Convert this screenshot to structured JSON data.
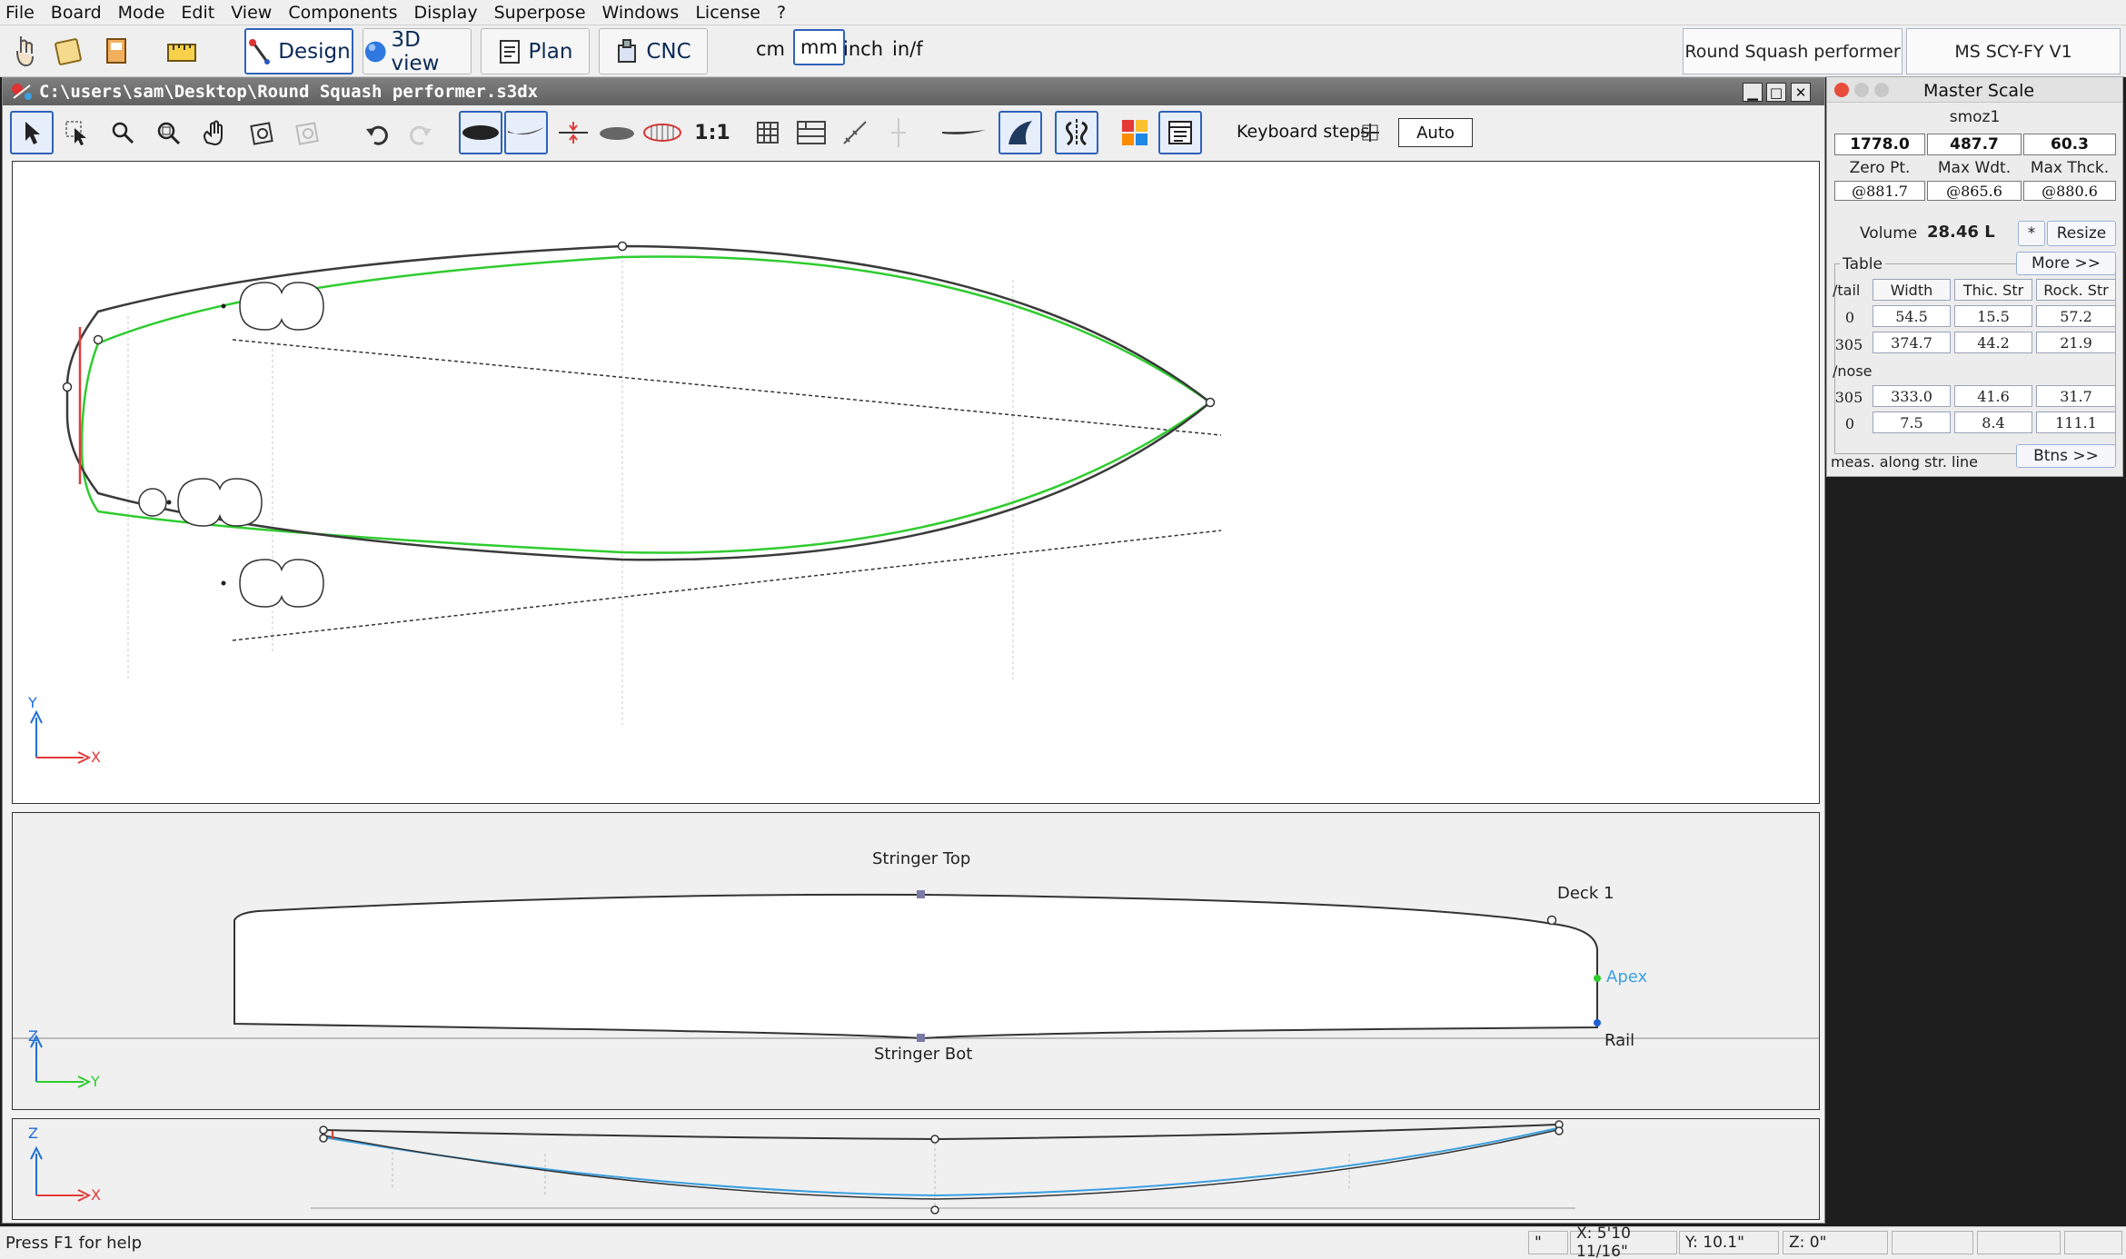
{
  "menu": [
    "File",
    "Board",
    "Mode",
    "Edit",
    "View",
    "Components",
    "Display",
    "Superpose",
    "Windows",
    "License",
    "?"
  ],
  "toolbar": {
    "design": "Design",
    "view3d": "3D view",
    "plan": "Plan",
    "cnc": "CNC",
    "units": [
      "cm",
      "mm",
      "inch",
      "in/f"
    ],
    "active_unit": "mm",
    "board_name": "Round Squash performer",
    "scale_name": "MS SCY-FY V1"
  },
  "document": {
    "path": "C:\\users\\sam\\Desktop\\Round Squash performer.s3dx",
    "keyboard_steps_label": "Keyboard steps",
    "auto_label": "Auto",
    "ratio_label": "1:1"
  },
  "outline_view": {
    "axis_y": "Y",
    "axis_x": "X"
  },
  "section_view": {
    "stringer_top": "Stringer Top",
    "stringer_bot": "Stringer Bot",
    "deck": "Deck 1",
    "apex": "Apex",
    "rail": "Rail",
    "axis_z": "Z",
    "axis_y": "Y"
  },
  "rocker_view": {
    "axis_z": "Z",
    "axis_x": "X"
  },
  "master_scale": {
    "title": "Master Scale",
    "name": "smoz1",
    "length": "1778.0",
    "max_width": "487.7",
    "max_thickness": "60.3",
    "labels": [
      "Zero Pt.",
      "Max Wdt.",
      "Max Thck."
    ],
    "positions": [
      "@881.7",
      "@865.6",
      "@880.6"
    ],
    "volume_label": "Volume",
    "volume": "28.46 L",
    "plus": "*",
    "resize": "Resize",
    "table_label": "Table",
    "more": "More >>",
    "tail_label": "/tail",
    "nose_label": "/nose",
    "headers": [
      "Width",
      "Thic. Str",
      "Rock. Str"
    ],
    "tail_rows": [
      {
        "pos": "0",
        "width": "54.5",
        "thick": "15.5",
        "rock": "57.2"
      },
      {
        "pos": "305",
        "width": "374.7",
        "thick": "44.2",
        "rock": "21.9"
      }
    ],
    "nose_rows": [
      {
        "pos": "305",
        "width": "333.0",
        "thick": "41.6",
        "rock": "31.7"
      },
      {
        "pos": "0",
        "width": "7.5",
        "thick": "8.4",
        "rock": "111.1"
      }
    ],
    "meas_note": "meas. along str. line",
    "btns": "Btns >>"
  },
  "status": {
    "help": "Press F1 for help",
    "f0": "\"",
    "x": "X: 5'10 11/16\"",
    "y": "Y: 10.1\"",
    "z": "Z: 0\""
  },
  "colors": {
    "accent": "#2e63b8",
    "outline": "#3a3a3a",
    "outline_green": "#2ecc2e",
    "tail_red": "#e23b3b",
    "axis_red": "#e23b3b",
    "axis_blue": "#1e6fd9",
    "rocker_blue": "#3aa0e0"
  }
}
